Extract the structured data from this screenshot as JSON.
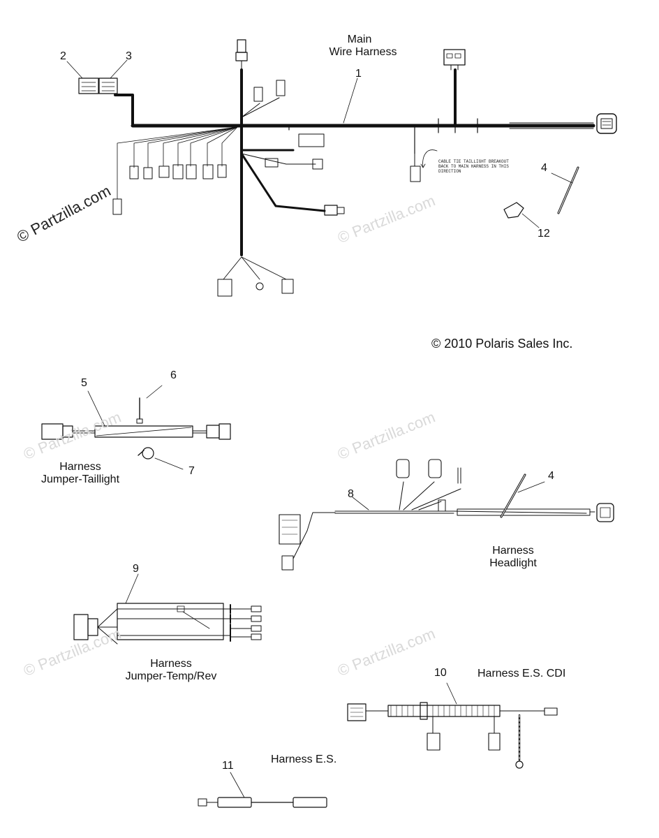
{
  "callouts": {
    "n1": "1",
    "n2": "2",
    "n3": "3",
    "n4a": "4",
    "n4b": "4",
    "n5": "5",
    "n6": "6",
    "n7": "7",
    "n8": "8",
    "n9": "9",
    "n10": "10",
    "n11": "11",
    "n12": "12"
  },
  "labels": {
    "main_line1": "Main",
    "main_line2": "Wire Harness",
    "taillight_line1": "Harness",
    "taillight_line2": "Jumper-Taillight",
    "headlight_line1": "Harness",
    "headlight_line2": "Headlight",
    "temprev_line1": "Harness",
    "temprev_line2": "Jumper-Temp/Rev",
    "es_cdi": "Harness E.S. CDI",
    "es": "Harness E.S."
  },
  "note": {
    "line1": "CABLE TIE TAILLIGHT BREAKOUT",
    "line2": "BACK TO MAIN HARNESS IN THIS",
    "line3": "DIRECTION"
  },
  "copyright": "© 2010 Polaris Sales Inc.",
  "watermark": {
    "text": "© Partzilla.com",
    "color_faint": "#d9d9d9",
    "color_strong": "#222222"
  }
}
